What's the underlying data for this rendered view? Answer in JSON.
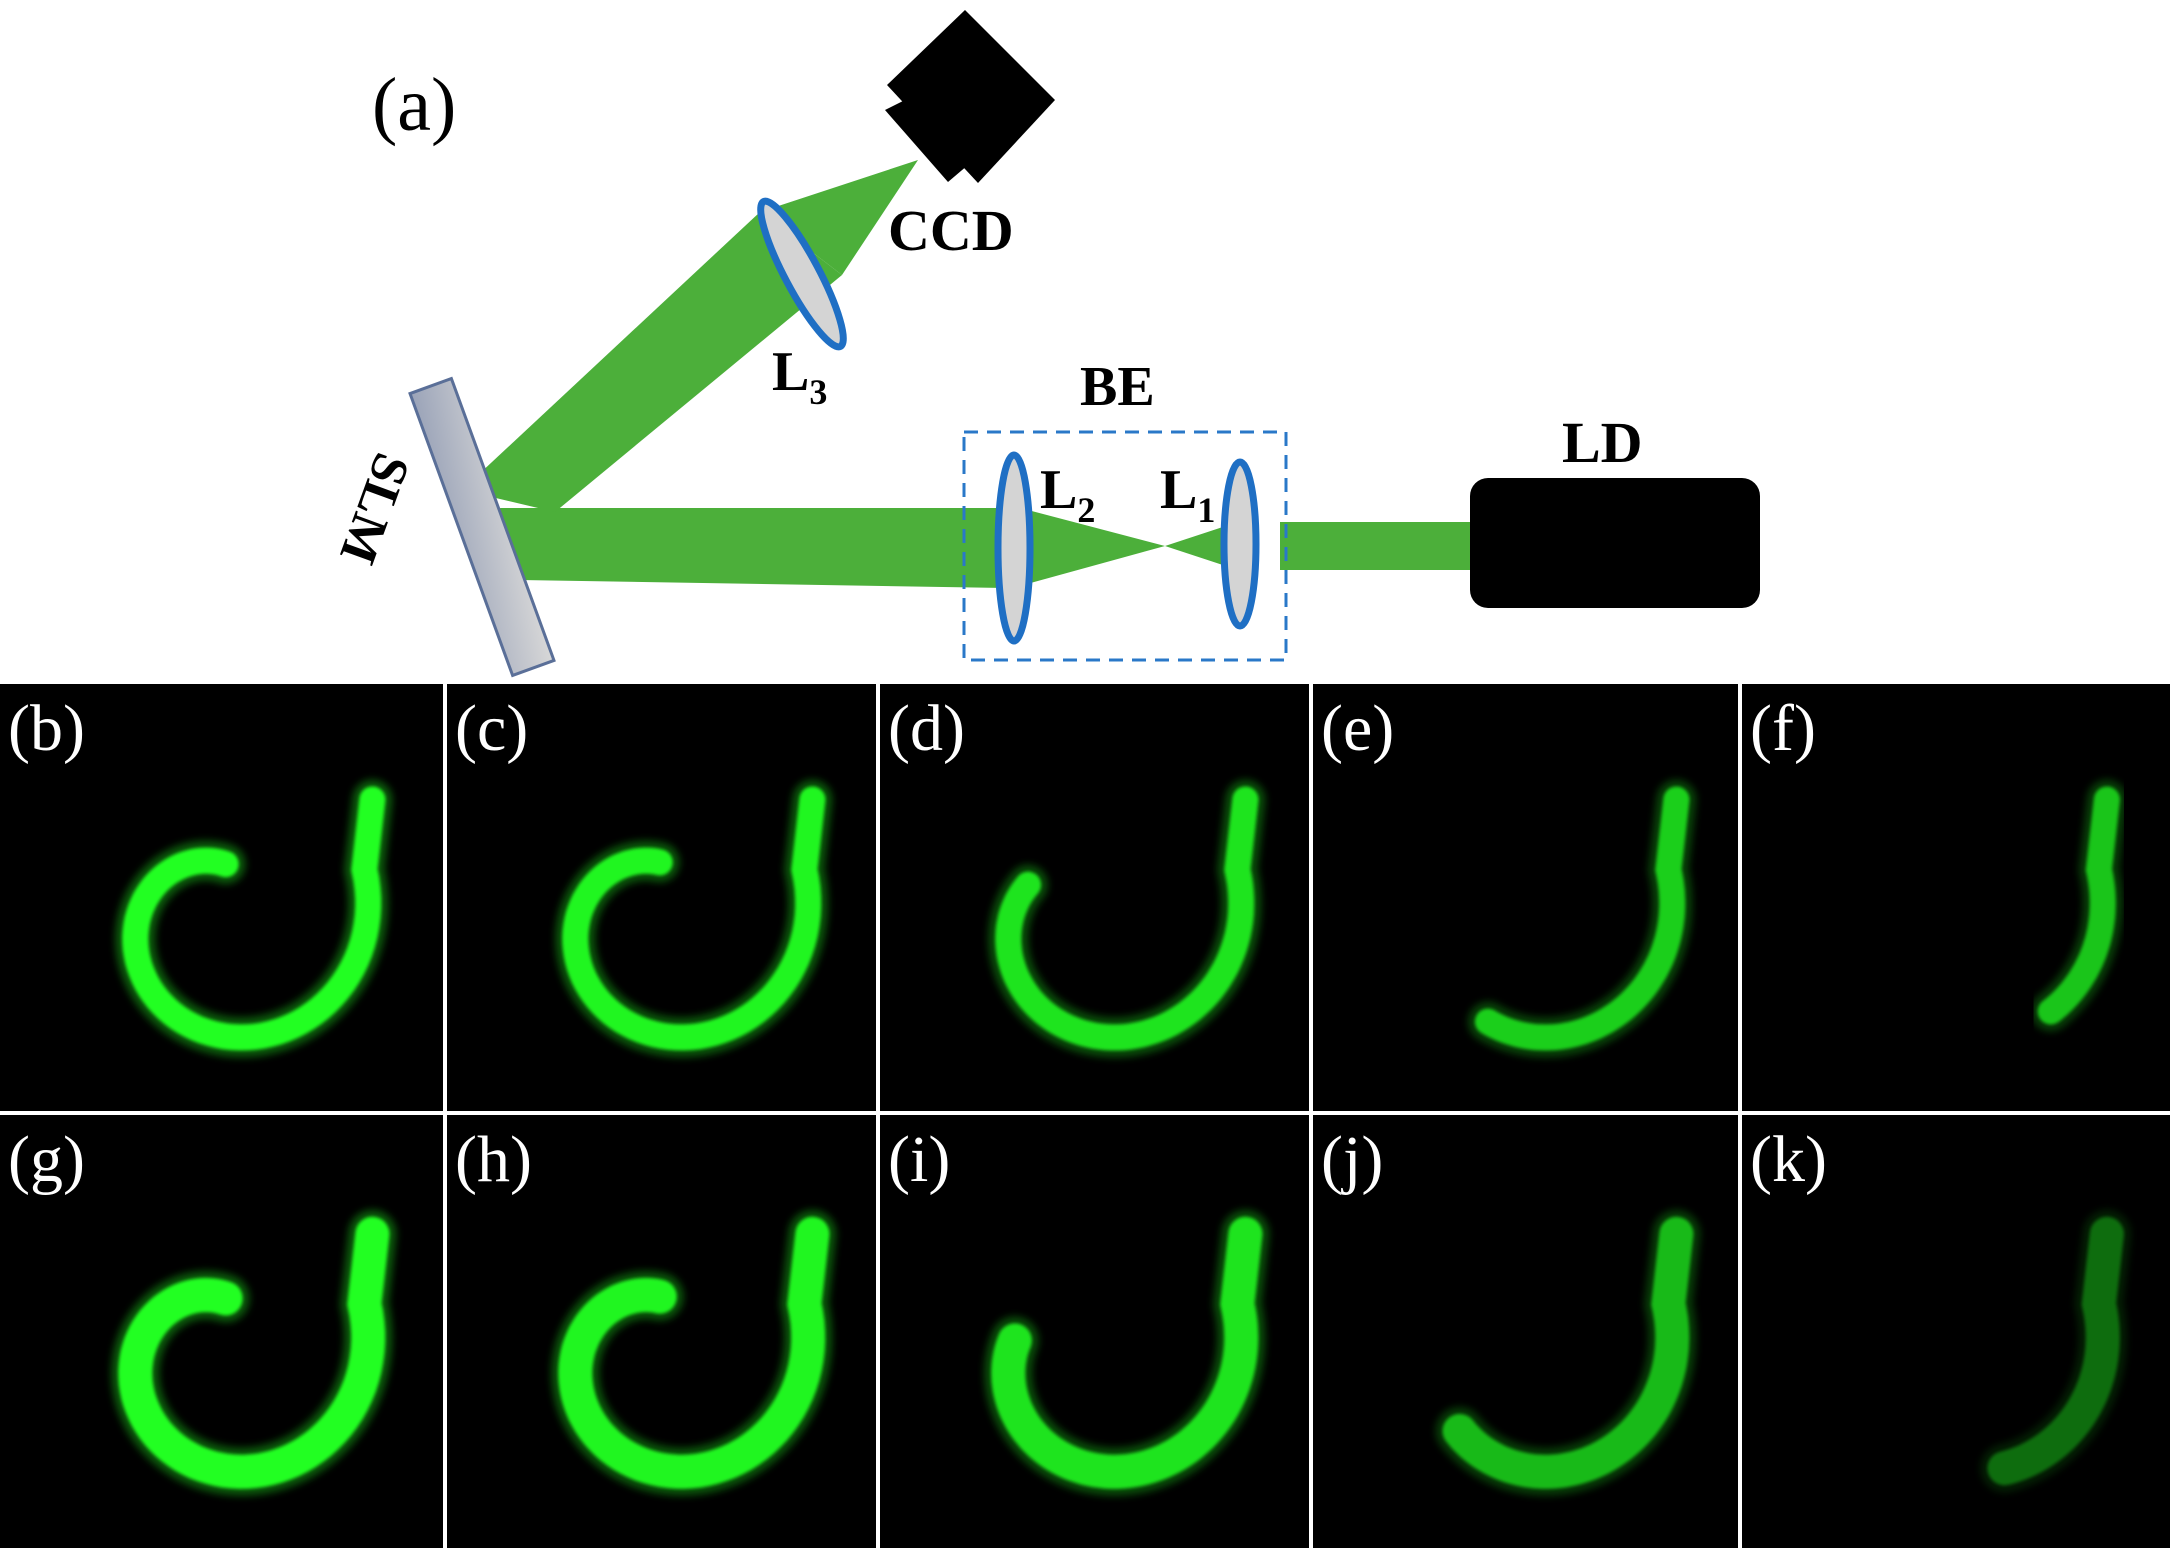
{
  "setup": {
    "panel_label": "(a)",
    "components": {
      "ccd": "CCD",
      "l3": {
        "base": "L",
        "sub": "3"
      },
      "be": "BE",
      "l2": {
        "base": "L",
        "sub": "2"
      },
      "l1": {
        "base": "L",
        "sub": "1"
      },
      "ld": "LD",
      "slm": "SLM"
    }
  },
  "panels": [
    {
      "label": "(b)",
      "arc_extent": 1.0,
      "brightness": 1.0,
      "broad": false
    },
    {
      "label": "(c)",
      "arc_extent": 0.98,
      "brightness": 0.95,
      "broad": false
    },
    {
      "label": "(d)",
      "arc_extent": 0.78,
      "brightness": 0.85,
      "broad": false
    },
    {
      "label": "(e)",
      "arc_extent": 0.45,
      "brightness": 0.75,
      "broad": false
    },
    {
      "label": "(f)",
      "arc_extent": 0.22,
      "brightness": 0.7,
      "broad": false
    },
    {
      "label": "(g)",
      "arc_extent": 1.0,
      "brightness": 1.0,
      "broad": true
    },
    {
      "label": "(h)",
      "arc_extent": 0.98,
      "brightness": 0.95,
      "broad": true
    },
    {
      "label": "(i)",
      "arc_extent": 0.72,
      "brightness": 0.85,
      "broad": true
    },
    {
      "label": "(j)",
      "arc_extent": 0.52,
      "brightness": 0.65,
      "broad": true
    },
    {
      "label": "(k)",
      "arc_extent": 0.3,
      "brightness": 0.35,
      "broad": true
    }
  ],
  "colors": {
    "beam": "#4caf3a",
    "lens_edge": "#1f6fc4",
    "lens_fill": "#d4d4d4",
    "be_box": "#2a78c8",
    "spiral": "#22ff22",
    "panel_bg": "#000000"
  }
}
